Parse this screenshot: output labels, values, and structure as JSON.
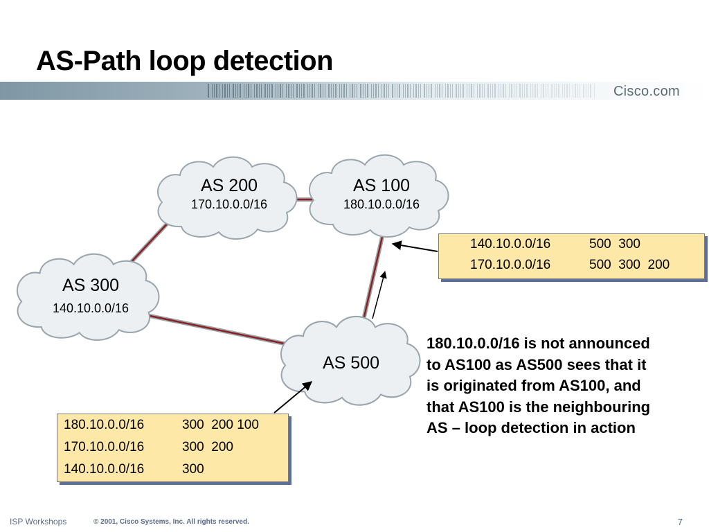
{
  "slide": {
    "title": "AS-Path loop detection",
    "brand": "Cisco.com"
  },
  "nodes": {
    "as200": {
      "name": "AS 200",
      "prefix": "170.10.0.0/16"
    },
    "as100": {
      "name": "AS 100",
      "prefix": "180.10.0.0/16"
    },
    "as300": {
      "name": "AS 300",
      "prefix": "140.10.0.0/16"
    },
    "as500": {
      "name": "AS 500"
    }
  },
  "tables": {
    "as100_table": {
      "rows": [
        {
          "network": "140.10.0.0/16",
          "as_path": "500  300"
        },
        {
          "network": "170.10.0.0/16",
          "as_path": "500  300  200"
        }
      ]
    },
    "as500_table": {
      "rows": [
        {
          "network": "180.10.0.0/16",
          "as_path": "300  200 100"
        },
        {
          "network": "170.10.0.0/16",
          "as_path": "300  200"
        },
        {
          "network": "140.10.0.0/16",
          "as_path": "300"
        }
      ]
    }
  },
  "note": {
    "lines": [
      "180.10.0.0/16 is not announced",
      "to AS100 as AS500 sees that it",
      "is originated from AS100, and",
      "that AS100 is the neighbouring",
      "AS – loop detection in action"
    ]
  },
  "footer": {
    "left": "ISP Workshops",
    "copyright": "© 2001, Cisco Systems, Inc. All rights reserved.",
    "page": "7"
  },
  "colors": {
    "link": "#8c2020",
    "cloud_fill": "#ecf0f3",
    "cloud_stroke": "#9aa6ad",
    "table_fill": "#fde8a8",
    "table_shadow": "#5c6f9a",
    "banner": "#7f97a5"
  }
}
